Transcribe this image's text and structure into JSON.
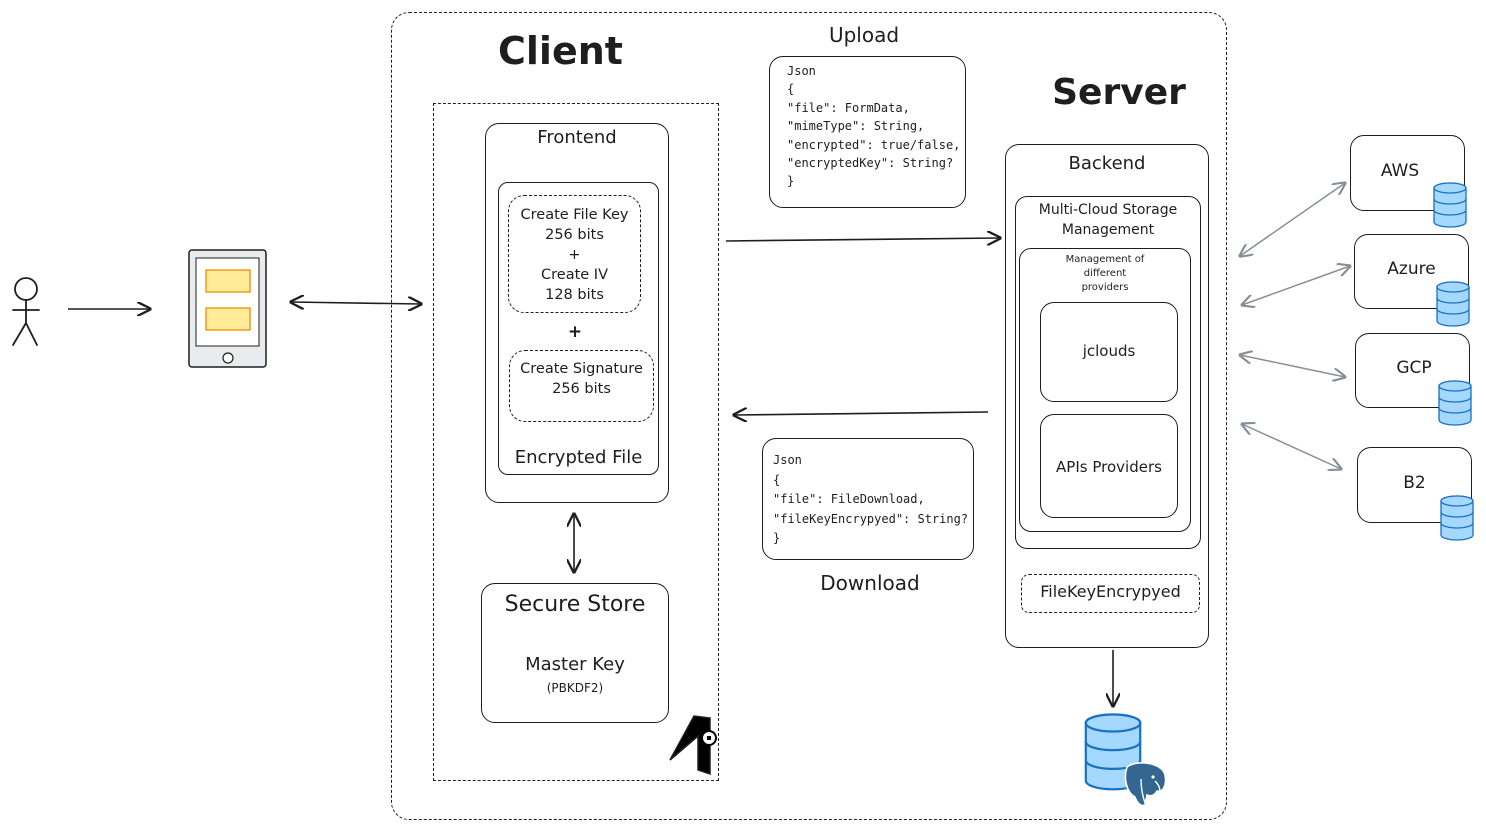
{
  "client": {
    "title": "Client",
    "frontend": {
      "title": "Frontend",
      "key_block": "Create File Key\n256 bits\n+\nCreate IV\n128 bits",
      "plus": "+",
      "signature_block": "Create Signature\n256 bits",
      "encrypted_file": "Encrypted File"
    },
    "secure_store": {
      "title": "Secure Store",
      "master_key": "Master Key",
      "kdf": "(PBKDF2)"
    }
  },
  "upload": {
    "label": "Upload",
    "json": "Json\n{\n\"file\": FormData,\n\"mimeType\": String,\n\"encrypted\": true/false,\n\"encryptedKey\": String?\n}"
  },
  "download": {
    "label": "Download",
    "json": "Json\n{\n\"file\": FileDownload,\n\"fileKeyEncrypyed\": String?\n}"
  },
  "server": {
    "title": "Server",
    "backend": {
      "title": "Backend",
      "multicloud": "Multi-Cloud Storage\nManagement",
      "management": "Management of\ndifferent\nproviders",
      "jclouds": "jclouds",
      "apis": "APIs Providers",
      "filekey": "FileKeyEncrypyed"
    }
  },
  "providers": [
    "AWS",
    "Azure",
    "GCP",
    "B2"
  ],
  "colors": {
    "stroke": "#1e1e1e",
    "db_fill": "#a5d8ff",
    "db_stroke": "#1971c2",
    "card_fill": "#ffec99",
    "card_stroke": "#f08c00",
    "device_fill": "#e9ecef",
    "provider_arrow": "#868e96"
  },
  "icons": [
    "stick-figure-icon",
    "mobile-device-icon",
    "database-icon",
    "postgresql-elephant-icon",
    "react-native-logo-icon"
  ]
}
